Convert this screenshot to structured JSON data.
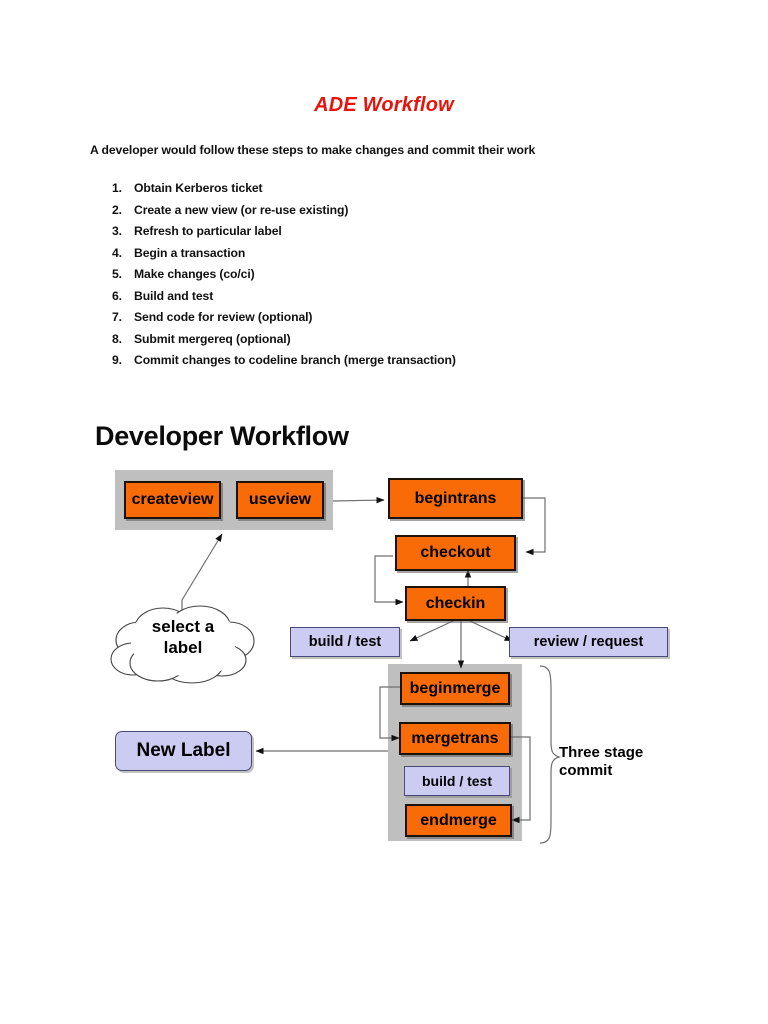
{
  "document": {
    "title": "ADE Workflow",
    "title_color": "#e8140c",
    "intro": "A developer would follow these steps to make changes and commit their work",
    "steps": [
      "Obtain Kerberos ticket",
      "Create a new view (or re-use existing)",
      "Refresh to particular label",
      "Begin a transaction",
      "Make changes (co/ci)",
      "Build and test",
      "Send code for review (optional)",
      "Submit mergereq (optional)",
      "Commit changes to codeline branch (merge transaction)"
    ]
  },
  "diagram": {
    "title": "Developer Workflow",
    "colors": {
      "orange": "#f96b07",
      "lavender": "#ccccf2",
      "panel_gray": "#bfbfbf",
      "outline": "#1d1208"
    },
    "nodes": {
      "createview": "createview",
      "useview": "useview",
      "begintrans": "begintrans",
      "checkout": "checkout",
      "checkin": "checkin",
      "build_test_left": "build / test",
      "review_request": "review / request",
      "beginmerge": "beginmerge",
      "mergetrans": "mergetrans",
      "build_test_merge": "build / test",
      "endmerge": "endmerge",
      "new_label": "New Label"
    },
    "cloud": {
      "line1": "select a",
      "line2": "label"
    },
    "annotation": {
      "three_stage_commit": "Three stage\ncommit"
    }
  }
}
